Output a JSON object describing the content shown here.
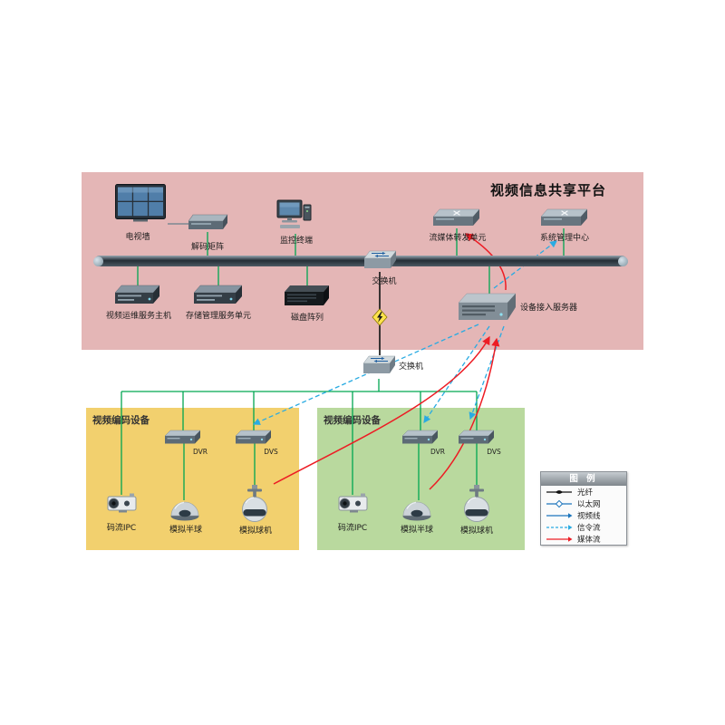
{
  "title": "视频信息共享平台",
  "regions": {
    "left_title": "视频编码设备",
    "right_title": "视频编码设备"
  },
  "platform": {
    "tv_wall": "电视墙",
    "decode_matrix": "解码矩阵",
    "monitor_terminal": "监控终端",
    "stream_forward": "流媒体转发单元",
    "sys_mgmt": "系统管理中心",
    "switch_top": "交换机",
    "ops_host": "视频运维服务主机",
    "storage_mgmt": "存储管理服务单元",
    "disk_array": "磁盘阵列",
    "access_server": "设备接入服务器"
  },
  "core": {
    "switch_mid": "交换机"
  },
  "encoders_left": {
    "dvr": "DVR",
    "dvs": "DVS",
    "ipc": "码流IPC",
    "dome": "模拟半球",
    "ptz": "模拟球机"
  },
  "encoders_right": {
    "dvr": "DVR",
    "dvs": "DVS",
    "ipc": "码流IPC",
    "dome": "模拟半球",
    "ptz": "模拟球机"
  },
  "legend": {
    "title": "图 例",
    "items": [
      {
        "label": "光纤",
        "type": "fiber"
      },
      {
        "label": "以太网",
        "type": "ethernet"
      },
      {
        "label": "视频线",
        "type": "video"
      },
      {
        "label": "信令流",
        "type": "signal"
      },
      {
        "label": "媒体流",
        "type": "media"
      }
    ]
  },
  "colors": {
    "platform_bg": "#e4b6b6",
    "left_bg": "#f2d06e",
    "right_bg": "#b9d99e",
    "line_green": "#00a651",
    "ethernet_blue": "#1c75bc",
    "line_blue": "#29abe2",
    "line_red": "#ed1c24",
    "fiber_black": "#1a1a1a"
  }
}
